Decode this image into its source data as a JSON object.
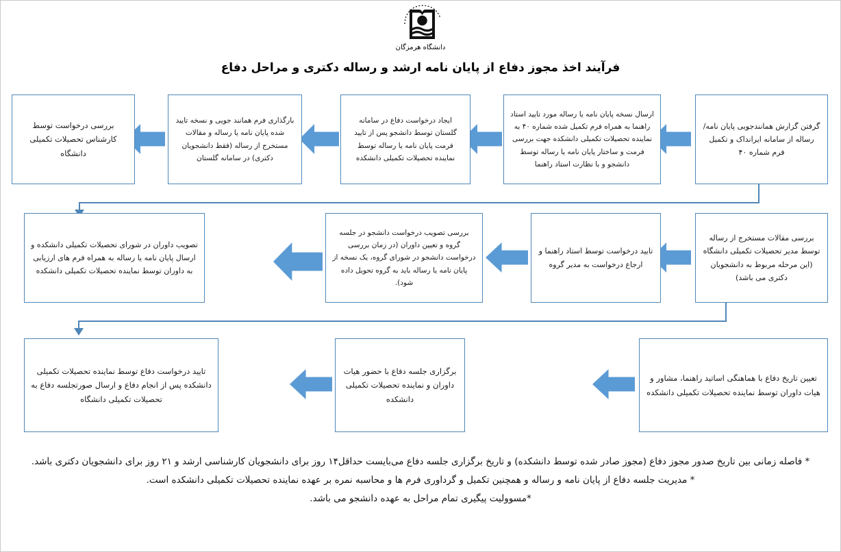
{
  "header": {
    "logo_icon": "university-book-emblem-icon",
    "logo_caption": "دانشگاه هرمزگان",
    "title": "فرآیند اخذ مجوز دفاع از پایان نامه ارشد و رساله دکتری و مراحل دفاع"
  },
  "theme": {
    "box_border": "#4E86B8",
    "arrow_fill": "#5B9BD5",
    "connector": "#4E86B8",
    "text": "#1a1a1a",
    "background": "#ffffff"
  },
  "flow": {
    "row1": [
      {
        "id": "step-1",
        "text": "گرفتن گزارش همانندجویی  پایان نامه/ رساله از سامانه ایرانداک و تکمیل فرم شماره ۴۰"
      },
      {
        "id": "step-2",
        "text": "ارسال نسخه پایان نامه یا رساله مورد تایید استاد راهنما به همراه فرم تکمیل شده شماره ۴۰ به نماینده تحصیلات تکمیلی دانشکده جهت بررسی فرمت و ساختار پایان نامه یا رساله توسط دانشجو و با نظارت استاد راهنما"
      },
      {
        "id": "step-3",
        "text": "ایجاد درخواست دفاع در سامانه گلستان توسط دانشجو پس از تایید فرمت پایان نامه یا رساله توسط نماینده تحصیلات تکمیلی دانشکده"
      },
      {
        "id": "step-4",
        "text": "بارگذاری فرم همانند جویی و نسخه تایید شده پایان نامه یا رساله و مقالات مستخرج از رساله (فقط دانشجویان دکتری) در سامانه گلستان"
      },
      {
        "id": "step-5",
        "text": "بررسی درخواست توسط کارشناس تحصیلات تکمیلی دانشگاه"
      }
    ],
    "row2": [
      {
        "id": "step-6",
        "text": "بررسی مقالات مستخرج از رساله توسط مدیر تحصیلات تکمیلی دانشگاه (این مرحله مربوط به دانشجویان دکتری می باشد)"
      },
      {
        "id": "step-7",
        "text": "تایید درخواست توسط استاد راهنما و ارجاع درخواست به مدیر گروه"
      },
      {
        "id": "step-8",
        "text": "بررسی تصویب درخواست دانشجو در جلسه گروه و تعیین داوران (در زمان بررسی درخواست دانشجو در شورای گروه، یک نسخه از پایان نامه یا رساله باید به گروه تحویل داده شود)."
      },
      {
        "id": "step-9",
        "text": "تصویب داوران در شورای تحصیلات تکمیلی دانشکده و ارسال پایان نامه یا رساله به همراه فرم های ارزیابی به داوران توسط نماینده تحصیلات تکمیلی دانشکده"
      }
    ],
    "row3": [
      {
        "id": "step-10",
        "text": "تعیین تاریخ دفاع با هماهنگی اساتید راهنما، مشاور و هیات داوران توسط نماینده تحصیلات تکمیلی دانشکده"
      },
      {
        "id": "step-11",
        "text": "برگزاری جلسه دفاع با حضور هیات داوران و نماینده تحصیلات تکمیلی دانشکده"
      },
      {
        "id": "step-12",
        "text": "تایید درخواست دفاع توسط نماینده تحصیلات تکمیلی دانشکده پس از انجام دفاع و ارسال صورتجلسه دفاع به تحصیلات تکمیلی دانشگاه"
      }
    ],
    "arrow_icons": [
      "left-arrow-icon",
      "left-arrow-icon",
      "left-arrow-icon",
      "left-arrow-icon",
      "left-arrow-icon",
      "left-arrow-icon",
      "left-arrow-icon",
      "left-arrow-icon",
      "left-arrow-icon"
    ],
    "connector_icons": [
      "down-arrowhead-icon",
      "elbow-connector-icon"
    ]
  },
  "notes": [
    "* فاصله زمانی بین تاریخ صدور مجوز دفاع (مجوز صادر شده توسط دانشکده) و تاریخ برگزاری جلسه دفاع می‌بایست حداقل۱۴ روز برای دانشجویان کارشناسی ارشد و ۲۱ روز برای دانشجویان دکتری باشد.",
    "* مدیریت جلسه دفاع از پایان نامه و رساله و همچنین تکمیل و گرداوری فرم ها و محاسبه نمره بر عهده نماینده تحصیلات تکمیلی دانشکده است.",
    "*مسوولیت پیگیری تمام مراحل به عهده دانشجو می باشد."
  ]
}
